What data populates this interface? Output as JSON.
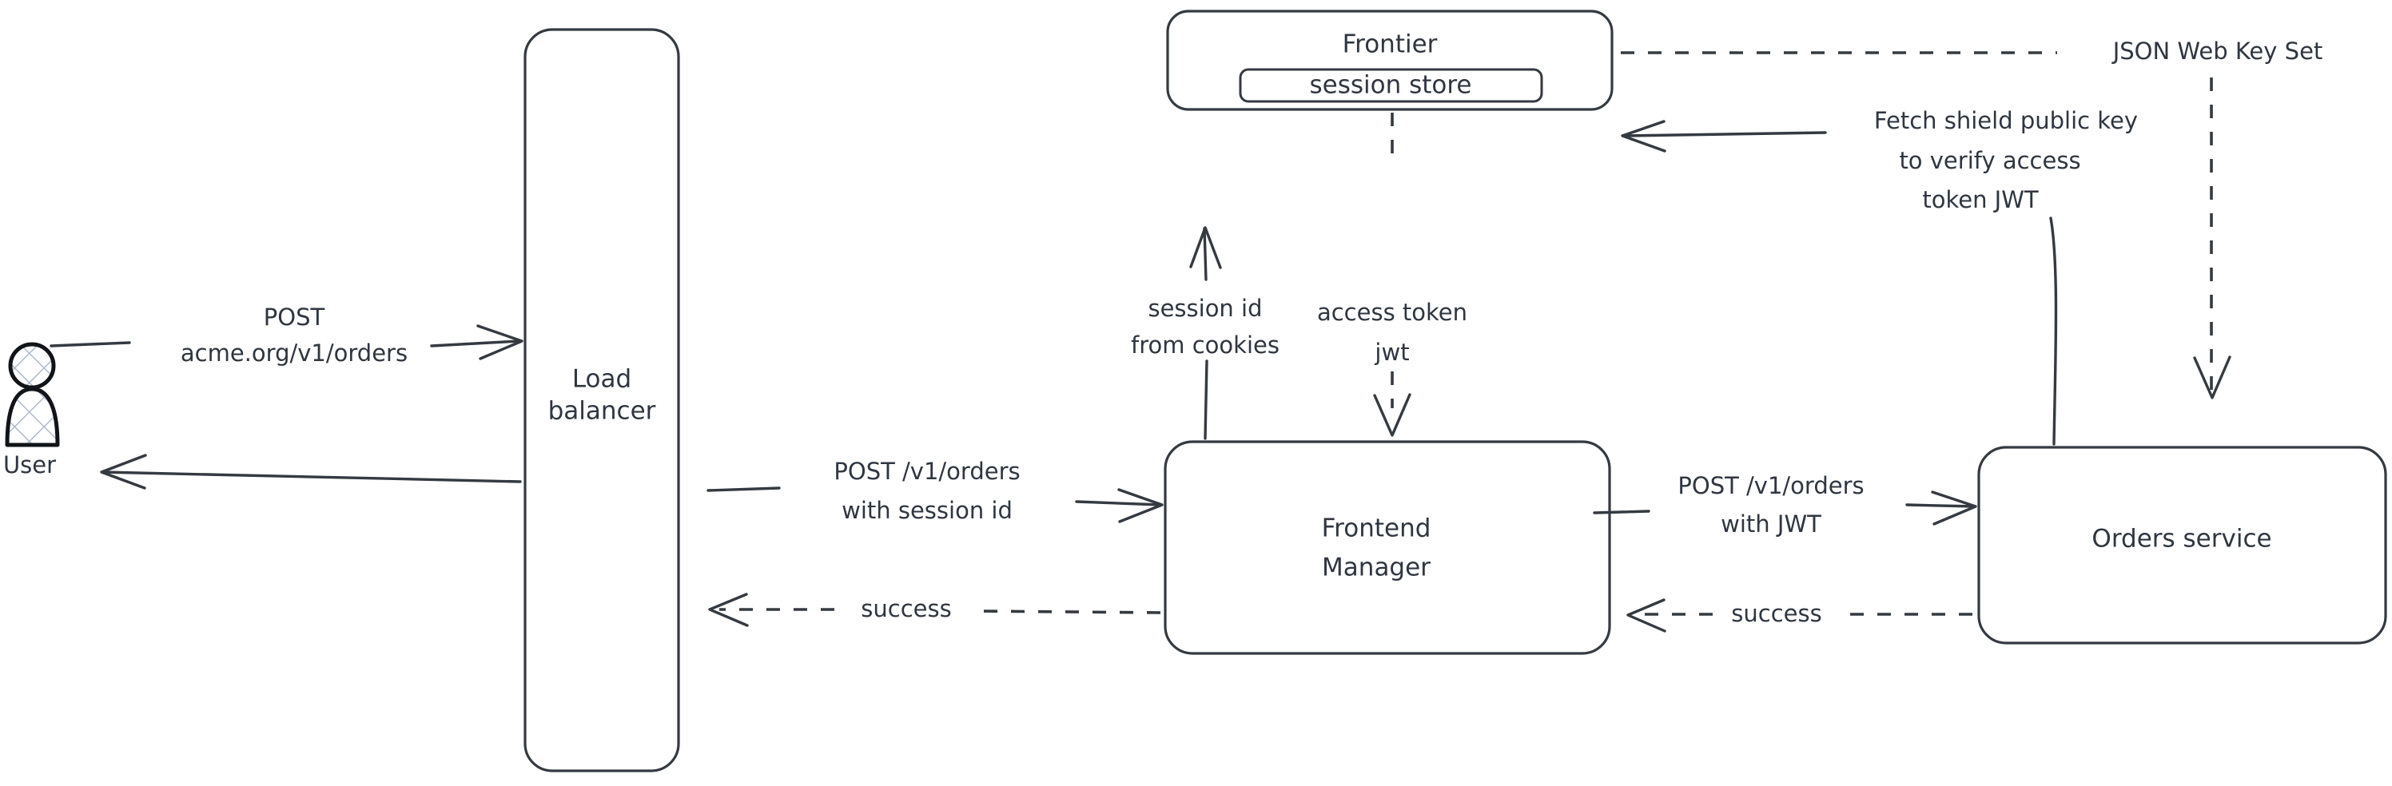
{
  "diagram": {
    "title": "Request flow: user order through load balancer, frontend manager and orders service",
    "stroke_color": "#343a40",
    "background_color": "#ffffff",
    "actor_hatch_color": "#aebacb"
  },
  "nodes": [
    {
      "id": "user",
      "label": "User",
      "type": "actor"
    },
    {
      "id": "load-balancer",
      "label_line1": "Load",
      "label_line2": "balancer",
      "type": "rounded-rect"
    },
    {
      "id": "frontier",
      "label": "Frontier",
      "type": "rounded-rect"
    },
    {
      "id": "session-store",
      "label": "session store",
      "type": "rounded-rect-inner"
    },
    {
      "id": "frontend-manager",
      "label_line1": "Frontend",
      "label_line2": "Manager",
      "type": "rounded-rect"
    },
    {
      "id": "orders-service",
      "label": "Orders service",
      "type": "rounded-rect"
    }
  ],
  "edges": [
    {
      "id": "user-to-lb",
      "from": "user",
      "to": "load-balancer",
      "style": "solid",
      "label_line1": "POST",
      "label_line2": "acme.org/v1/orders"
    },
    {
      "id": "lb-to-user",
      "from": "load-balancer",
      "to": "user",
      "style": "solid",
      "label": ""
    },
    {
      "id": "lb-to-fm",
      "from": "load-balancer",
      "to": "frontend-manager",
      "style": "solid",
      "label_line1": "POST /v1/orders",
      "label_line2": "with session id"
    },
    {
      "id": "fm-to-lb-success",
      "from": "frontend-manager",
      "to": "load-balancer",
      "style": "dashed",
      "label": "success"
    },
    {
      "id": "fm-to-frontier",
      "from": "frontend-manager",
      "to": "frontier",
      "style": "solid",
      "label_line1": "session id",
      "label_line2": "from cookies"
    },
    {
      "id": "frontier-to-fm",
      "from": "frontier",
      "to": "frontend-manager",
      "style": "dashed",
      "label_line1": "access token",
      "label_line2": "jwt"
    },
    {
      "id": "fm-to-orders",
      "from": "frontend-manager",
      "to": "orders-service",
      "style": "solid",
      "label_line1": "POST /v1/orders",
      "label_line2": "with JWT"
    },
    {
      "id": "orders-to-fm-success",
      "from": "orders-service",
      "to": "frontend-manager",
      "style": "dashed",
      "label": "success"
    },
    {
      "id": "orders-to-frontier-fetch",
      "from": "orders-service",
      "to": "frontier",
      "style": "solid",
      "label_line1": "Fetch shield public key",
      "label_line2": "to verify access",
      "label_line3": "token JWT"
    },
    {
      "id": "frontier-to-orders-jwks",
      "from": "frontier",
      "to": "orders-service",
      "style": "dashed",
      "label": "JSON Web Key Set"
    }
  ]
}
